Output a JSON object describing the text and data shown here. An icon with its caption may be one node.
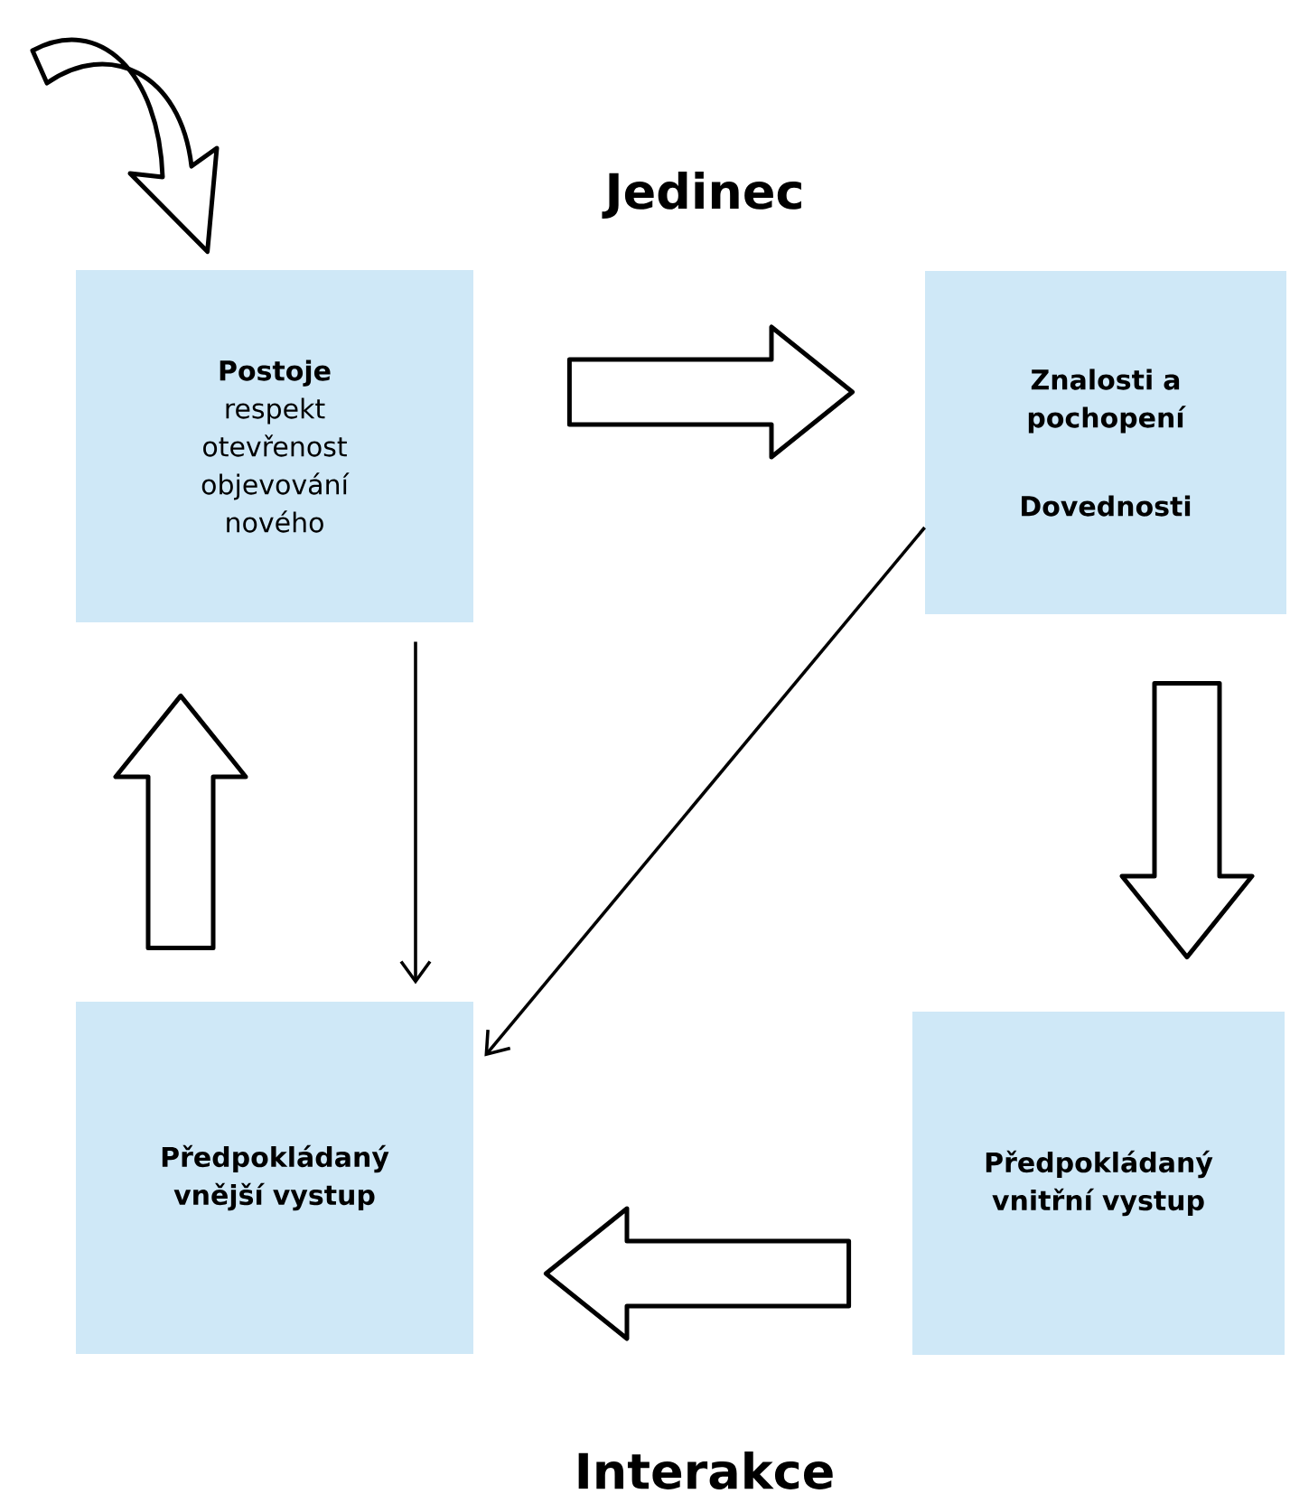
{
  "diagram": {
    "nodes": [
      {
        "text": [
          "Postoje",
          "respekt otevřenost objevování nového"
        ]
      },
      {
        "text": [
          "Znalosti a pochopení",
          "Dovednosti"
        ]
      },
      {
        "text": [
          "Předpokládaný vnější vystup"
        ]
      },
      {
        "text": [
          "Předpokládaný vnitřní vystup"
        ]
      }
    ],
    "edges": [
      {
        "from": null,
        "to": 0,
        "arrow": "to",
        "style": "thick"
      },
      {
        "from": 0,
        "to": 1,
        "arrow": "to",
        "style": "thick"
      },
      {
        "from": 1,
        "to": 3,
        "arrow": "to",
        "style": "thick"
      },
      {
        "from": 3,
        "to": 2,
        "arrow": "to",
        "style": "thick"
      },
      {
        "from": 2,
        "to": 0,
        "arrow": "to",
        "style": "thick"
      },
      {
        "from": 0,
        "to": 2,
        "arrow": "to"
      },
      {
        "from": 1,
        "to": 2,
        "arrow": "to"
      }
    ],
    "labels": [
      "Jedinec",
      "Interakce"
    ]
  }
}
